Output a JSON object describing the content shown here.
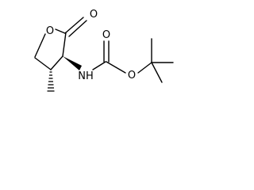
{
  "molecule": {
    "atoms": {
      "ring_oxygen": "O",
      "carbonyl_oxygen": "O",
      "nitrogen_hydrogen": "NH",
      "ester_oxygen": "O",
      "boc_carbonyl_oxygen": "O"
    }
  }
}
